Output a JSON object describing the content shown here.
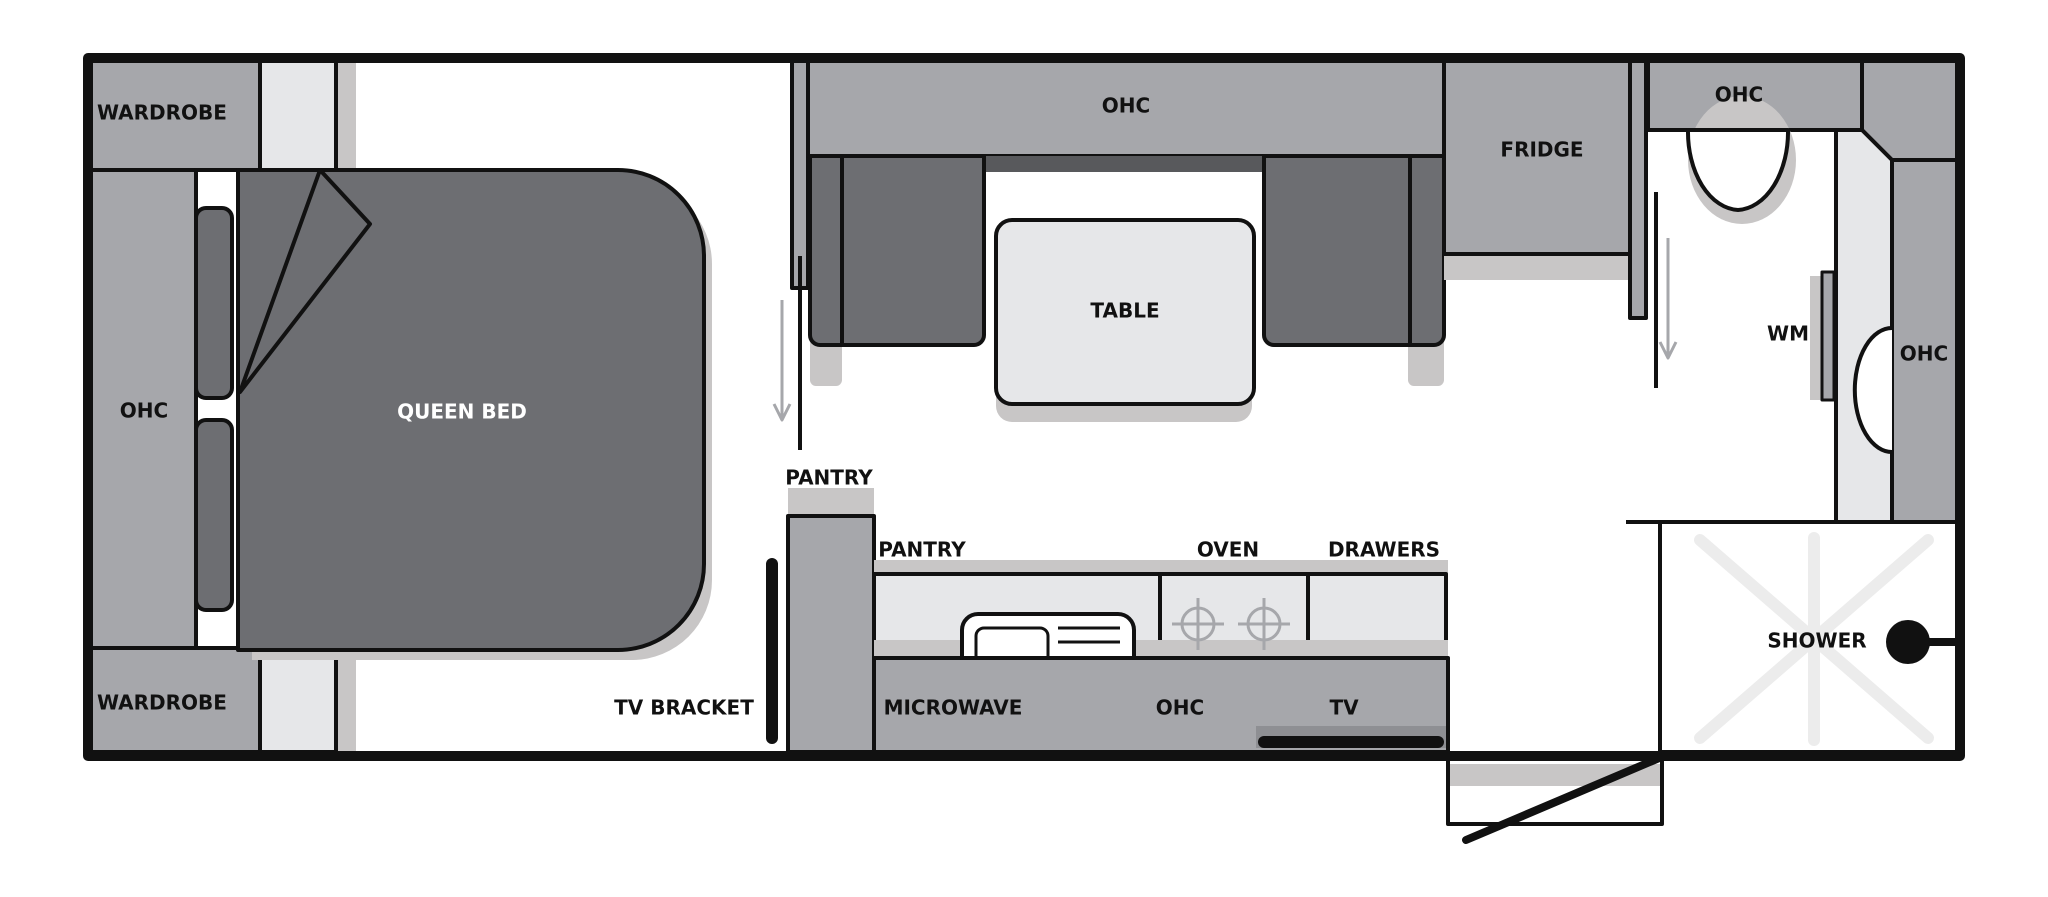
{
  "labels": {
    "wardrobe_top": "WARDROBE",
    "wardrobe_bottom": "WARDROBE",
    "ohc_bedhead": "OHC",
    "queen_bed": "QUEEN BED",
    "ohc_dinette": "OHC",
    "table": "TABLE",
    "fridge": "FRIDGE",
    "ohc_ensuite_top": "OHC",
    "wm": "WM",
    "ohc_ensuite_right": "OHC",
    "pantry_upper": "PANTRY",
    "pantry_lower": "PANTRY",
    "oven": "OVEN",
    "drawers": "DRAWERS",
    "tv_bracket": "TV BRACKET",
    "microwave": "MICROWAVE",
    "ohc_kitchen": "OHC",
    "tv": "TV",
    "shower": "SHOWER"
  },
  "colors": {
    "outline": "#111111",
    "light_grey": "#a6a7ab",
    "dark_grey": "#6d6e72",
    "pale_grey": "#e6e7e9",
    "shadow": "#c8c6c6",
    "floor": "#ffffff"
  }
}
